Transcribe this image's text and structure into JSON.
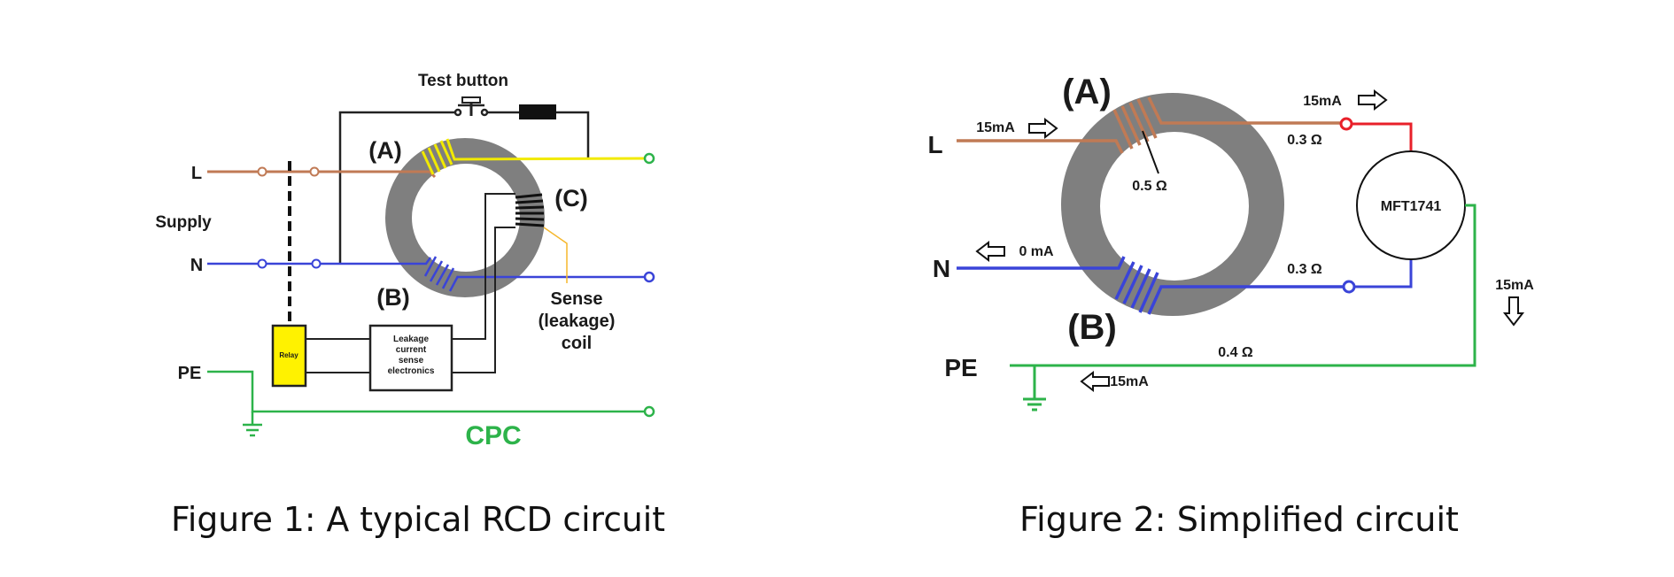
{
  "colors": {
    "line": "#c07a55",
    "neutral": "#3a44d8",
    "earth": "#2db34a",
    "yellow": "#f2ea00",
    "core": "#7f7f7f",
    "relay": "#fff200",
    "red": "#e8202a",
    "sense": "#f5b72c",
    "black": "#111111"
  },
  "figure1": {
    "caption": "Figure 1: A typical RCD circuit",
    "test_button_label": "Test button",
    "terminal_l": "L",
    "terminal_n": "N",
    "terminal_pe": "PE",
    "supply_label": "Supply",
    "winding_a": "(A)",
    "winding_b": "(B)",
    "winding_c": "(C)",
    "sense_label_1": "Sense",
    "sense_label_2": "(leakage)",
    "sense_label_3": "coil",
    "relay_label": "Relay",
    "electronics_label_1": "Leakage",
    "electronics_label_2": "current",
    "electronics_label_3": "sense",
    "electronics_label_4": "electronics",
    "cpc_label": "CPC"
  },
  "figure2": {
    "caption": "Figure 2: Simplified circuit",
    "terminal_l": "L",
    "terminal_n": "N",
    "terminal_pe": "PE",
    "winding_a": "(A)",
    "winding_b": "(B)",
    "l_current_in": "15mA",
    "l_current_out": "15mA",
    "n_current": "0 mA",
    "earth_current_down": "15mA",
    "pe_current": "15mA",
    "winding_resistance": "0.5 Ω",
    "l_out_resistance": "0.3 Ω",
    "n_out_resistance": "0.3 Ω",
    "pe_resistance": "0.4 Ω",
    "tester_label": "MFT1741"
  }
}
